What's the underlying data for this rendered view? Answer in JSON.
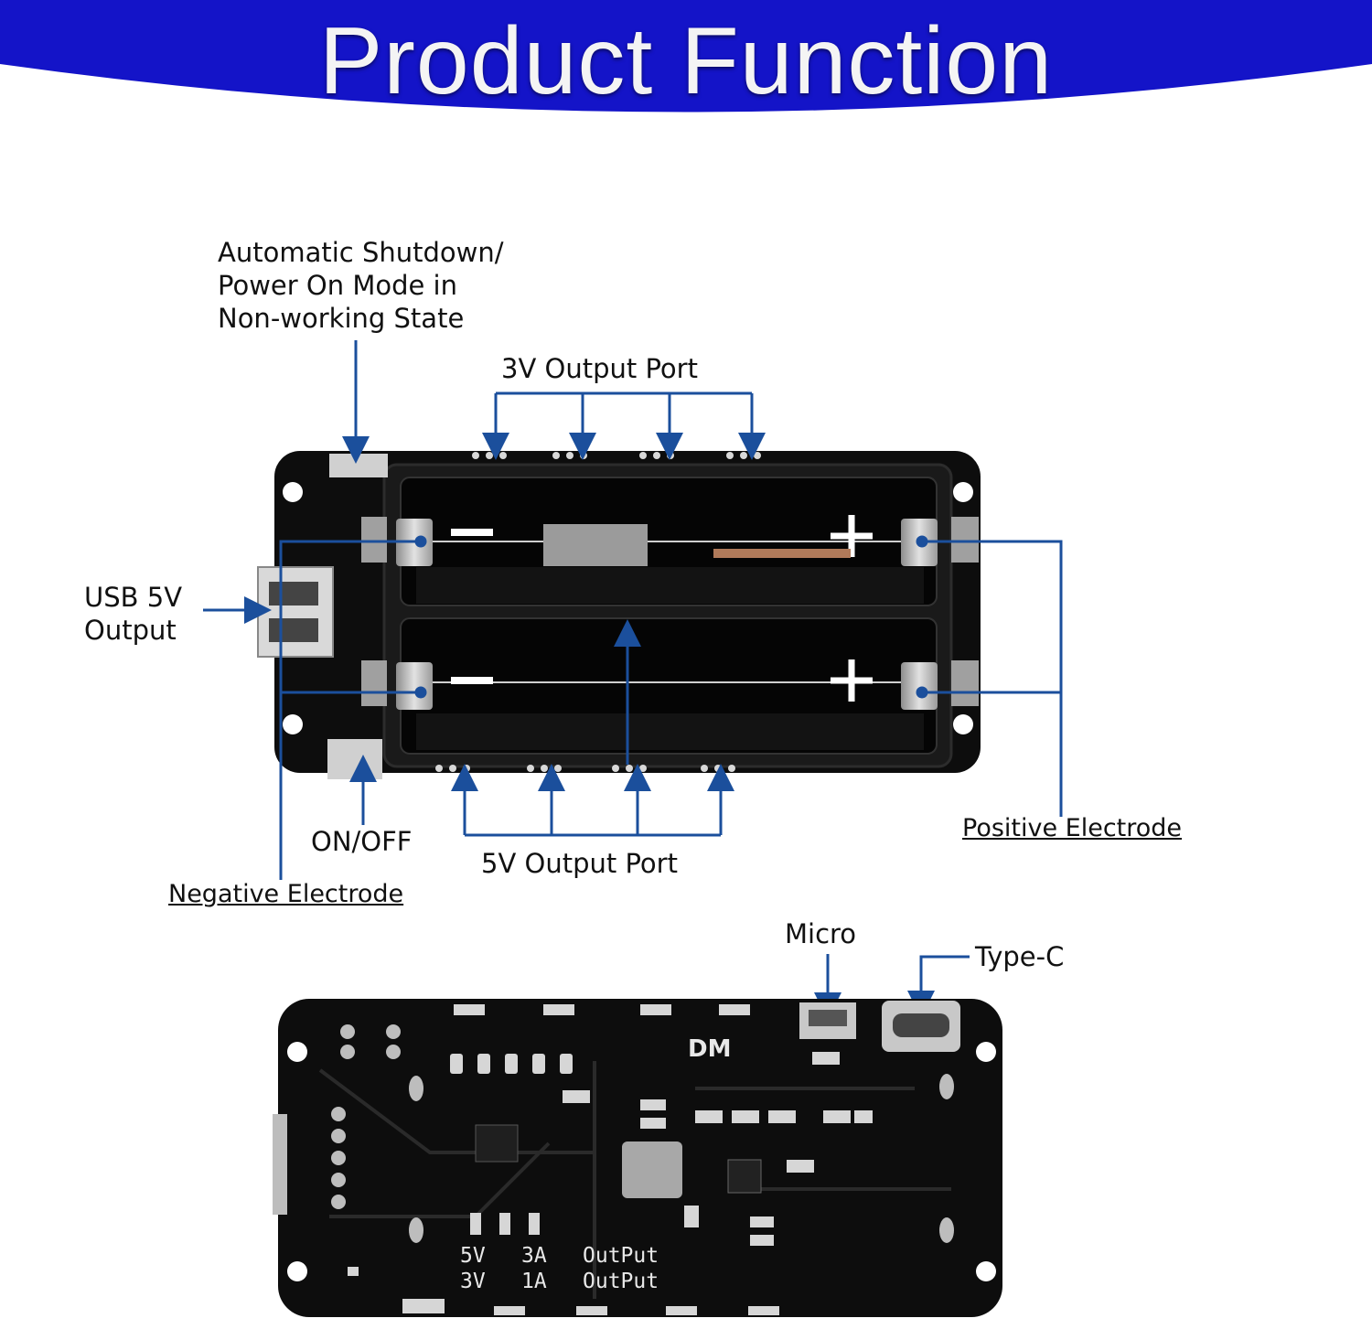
{
  "banner": {
    "title": "Product Function",
    "color": "#1414c8"
  },
  "labels": {
    "auto_shutdown": [
      "Automatic Shutdown/",
      "Power On Mode in",
      "Non-working State"
    ],
    "out3v": "3V Output Port",
    "usb": [
      "USB 5V",
      "Output"
    ],
    "onoff": "ON/OFF",
    "out5v": "5V Output Port",
    "negative": "Negative Electrode",
    "positive": "Positive Electrode",
    "micro": "Micro",
    "typec": "Type-C"
  },
  "board_silkscreen": {
    "row1": [
      "5V",
      "3A",
      "OutPut"
    ],
    "row2": [
      "3V",
      "1A",
      "OutPut"
    ],
    "logo": "DM"
  },
  "colors": {
    "callout": "#1b4f9c",
    "pcb": "#0d0d0d",
    "holder": "#161616",
    "contact": "#b9b9b9"
  }
}
